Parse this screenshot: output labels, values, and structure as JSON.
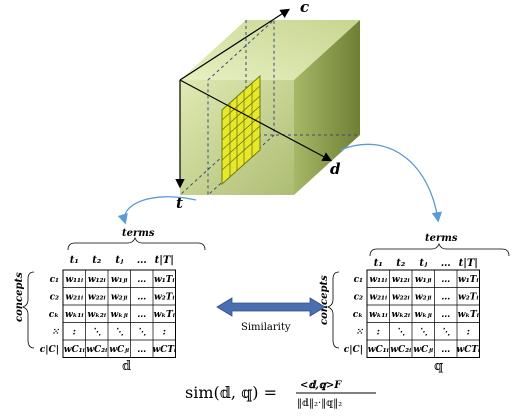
{
  "cube": {
    "axis_c": "c",
    "axis_t": "t",
    "axis_d": "d"
  },
  "left_matrix": {
    "terms_label": "terms",
    "concepts_label": "concepts",
    "col_headers": [
      "t₁",
      "t₂",
      "tⱼ",
      "…",
      "t|T|"
    ],
    "row_labels": [
      "c₁",
      "c₂",
      "cₖ",
      "⁙",
      "c|C|"
    ],
    "rows": [
      [
        "w₁₁ᵢ",
        "w₁₂ᵢ",
        "w₁ⱼᵢ",
        "…",
        "w₁Tᵢ"
      ],
      [
        "w₂₁ᵢ",
        "w₂₂ᵢ",
        "w₂ⱼᵢ",
        "…",
        "w₂Tᵢ"
      ],
      [
        "wₖ₁ᵢ",
        "wₖ₂ᵢ",
        "wₖⱼᵢ",
        "…",
        "wₖTᵢ"
      ],
      [
        ":",
        "⋱",
        "⋱",
        "⋱",
        ":"
      ],
      [
        "wC₁ᵢ",
        "wC₂ᵢ",
        "wCⱼᵢ",
        "…",
        "wCTᵢ"
      ]
    ],
    "symbol": "𝕕"
  },
  "right_matrix": {
    "terms_label": "terms",
    "concepts_label": "concepts",
    "col_headers": [
      "t₁",
      "t₂",
      "tⱼ",
      "…",
      "t|T|"
    ],
    "row_labels": [
      "c₁",
      "c₂",
      "cₖ",
      "⁙",
      "c|C|"
    ],
    "rows": [
      [
        "w₁₁ᵢ",
        "w₁₂ᵢ",
        "w₁ⱼᵢ",
        "…",
        "w₁Tᵢ"
      ],
      [
        "w₂₁ᵢ",
        "w₂₂ᵢ",
        "w₂ⱼᵢ",
        "…",
        "w₂Tᵢ"
      ],
      [
        "wₖ₁ᵢ",
        "wₖ₂ᵢ",
        "wₖⱼᵢ",
        "…",
        "wₖTᵢ"
      ],
      [
        ":",
        "⋱",
        "⋱",
        "⋱",
        ":"
      ],
      [
        "wC₁ᵢ",
        "wC₂ᵢ",
        "wCⱼᵢ",
        "…",
        "wCTᵢ"
      ]
    ],
    "symbol": "𝕢"
  },
  "similarity_label": "Similarity",
  "formula": {
    "lhs": "sim(𝕕, 𝕢) =",
    "numerator": "<𝕕,𝕢>F",
    "denominator": "‖𝕕‖₂·‖𝕢‖₂"
  },
  "colors": {
    "cube_front": "#c9d88a",
    "cube_top": "#dfe8b0",
    "cube_side": "#8ea04a",
    "grid_fill": "#e8e82a",
    "grid_line": "#6f7a10",
    "arrow_curve": "#5b9bd5",
    "double_arrow": "#4a6fb0"
  }
}
